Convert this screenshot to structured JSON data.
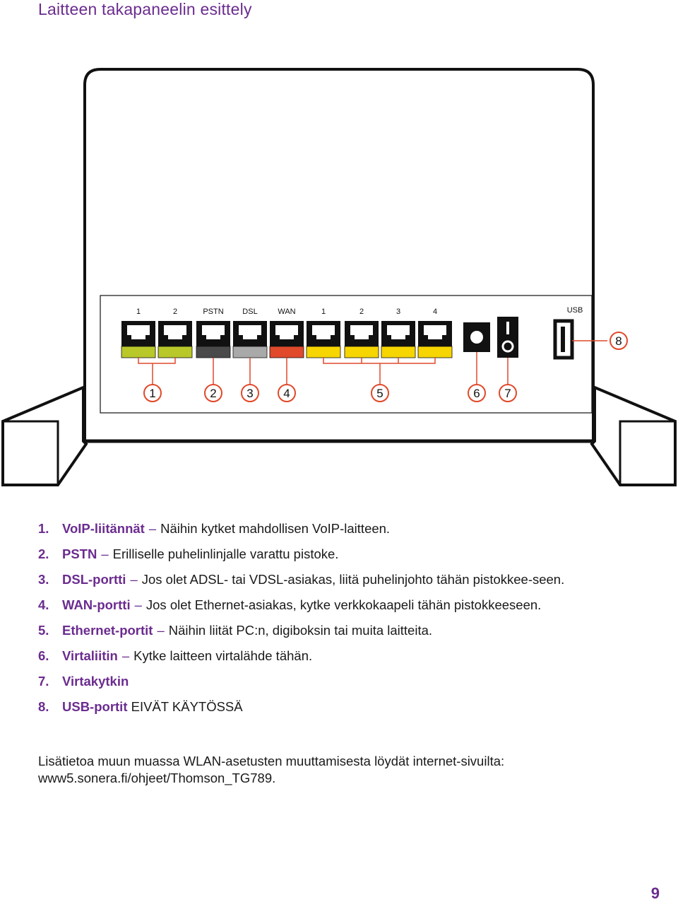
{
  "title": "Laitteen takapaneelin esittely",
  "figure": {
    "port_labels": [
      "1",
      "2",
      "PSTN",
      "DSL",
      "WAN",
      "1",
      "2",
      "3",
      "4"
    ],
    "usb_label": "USB",
    "port_colors": [
      "#b9c829",
      "#b9c829",
      "#4a4a4a",
      "#a9a9a9",
      "#e0492a",
      "#f6d500",
      "#f6d500",
      "#f6d500",
      "#f6d500"
    ],
    "accent_color": "#e0492a",
    "callouts": [
      "1",
      "2",
      "3",
      "4",
      "5",
      "6",
      "7",
      "8"
    ]
  },
  "items": [
    {
      "num": "1.",
      "term": "VoIP-liitännät",
      "dash": "–",
      "desc": "Näihin kytket mahdollisen VoIP-laitteen."
    },
    {
      "num": "2.",
      "term": "PSTN",
      "dash": "–",
      "desc": "Erilliselle puhelinlinjalle varattu pistoke."
    },
    {
      "num": "3.",
      "term": "DSL-portti",
      "dash": "–",
      "desc": "Jos olet ADSL- tai VDSL-asiakas, liitä puhelinjohto tähän pistokkee-seen."
    },
    {
      "num": "4.",
      "term": "WAN-portti",
      "dash": "–",
      "desc": "Jos olet Ethernet-asiakas, kytke verkkokaapeli tähän pistokkeeseen."
    },
    {
      "num": "5.",
      "term": "Ethernet-portit",
      "dash": "–",
      "desc": "Näihin liität PC:n, digiboksin tai muita laitteita."
    },
    {
      "num": "6.",
      "term": "Virtaliitin",
      "dash": "–",
      "desc": "Kytke laitteen virtalähde tähän."
    },
    {
      "num": "7.",
      "term": "Virtakytkin",
      "dash": "",
      "desc": ""
    },
    {
      "num": "8.",
      "term": "USB-portit",
      "dash": "",
      "desc": "EIVÄT KÄYTÖSSÄ"
    }
  ],
  "info": {
    "line1": "Lisätietoa muun muassa WLAN-asetusten muuttamisesta löydät internet-sivuilta:",
    "line2": "www5.sonera.fi/ohjeet/Thomson_TG789."
  },
  "page_number": "9"
}
